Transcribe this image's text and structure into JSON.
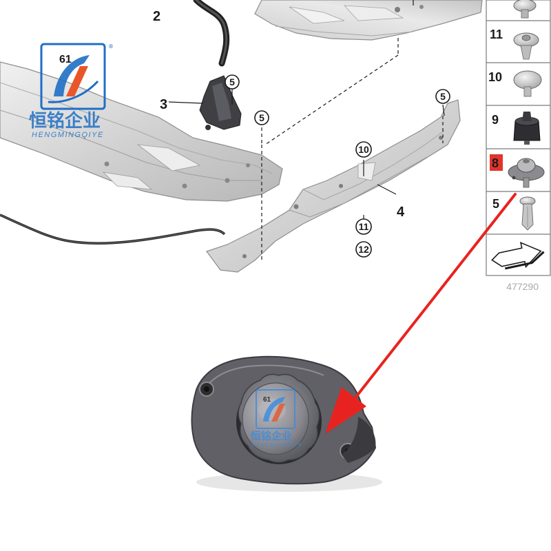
{
  "diagram": {
    "callouts": [
      "2",
      "3",
      "4"
    ],
    "circled": [
      "5",
      "5",
      "5",
      "10",
      "11",
      "12"
    ],
    "catalog_code": "477290"
  },
  "legend": {
    "items": [
      "11",
      "10",
      "9",
      "8",
      "5"
    ],
    "highlighted": "8",
    "highlight_color": "#e0342c"
  },
  "watermark": {
    "brand_cn": "恒铭企业",
    "brand_en": "HENGMINGQIYE",
    "logo_mark": "61",
    "registered": "®",
    "logo_color": "#1f6fc4",
    "logo_accent": "#e8562a"
  },
  "annotation": {
    "arrow_color": "#e8231f"
  }
}
